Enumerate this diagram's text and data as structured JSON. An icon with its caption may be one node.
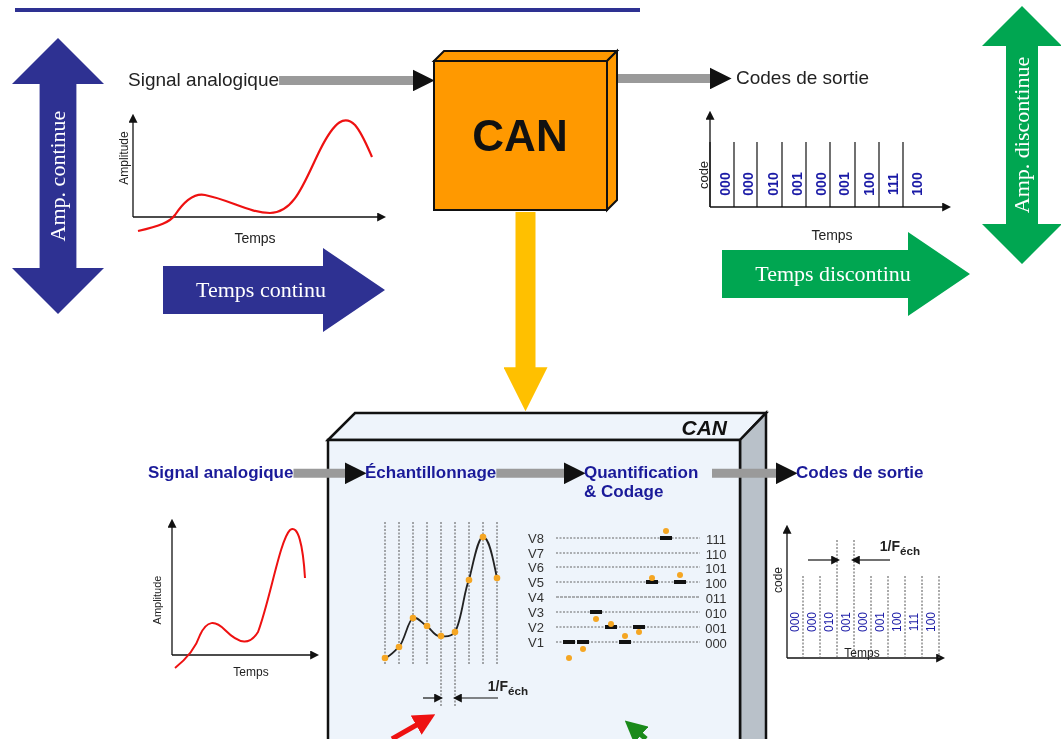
{
  "diagram": {
    "nodes": [
      {
        "text": [
          "Amp. continue"
        ]
      },
      {
        "text": [
          "Signal analogique"
        ]
      },
      {
        "text": [
          "CAN"
        ]
      },
      {
        "text": [
          "Codes de sortie"
        ]
      },
      {
        "text": [
          "Amp. discontinue"
        ]
      },
      {
        "text": [
          "Temps continu"
        ]
      },
      {
        "text": [
          "Temps discontinu"
        ]
      },
      {
        "text": [
          "CAN"
        ]
      },
      {
        "text": [
          "Signal analogique"
        ]
      },
      {
        "text": [
          "Échantillonnage"
        ],
        "in": 7
      },
      {
        "text": [
          "Quantification & Codage"
        ],
        "in": 7
      },
      {
        "text": [
          "Codes de sortie"
        ]
      }
    ],
    "edges": [
      {
        "from": 1,
        "to": 2,
        "arrow": "to"
      },
      {
        "from": 2,
        "to": 3,
        "arrow": "to"
      },
      {
        "from": 2,
        "to": 7,
        "arrow": "to",
        "style": "thick",
        "color": "#ffc000"
      },
      {
        "from": 8,
        "to": 9,
        "arrow": "to"
      },
      {
        "from": 9,
        "to": 10,
        "arrow": "to"
      },
      {
        "from": 10,
        "to": 11,
        "arrow": "to"
      }
    ],
    "labels": [
      "Amplitude",
      "Temps",
      "code",
      "000",
      "000",
      "010",
      "001",
      "000",
      "001",
      "100",
      "111",
      "100",
      "Temps",
      "Amplitude",
      "Temps",
      "1/F$_{éch}$",
      "V8",
      "111",
      "V7",
      "110",
      "V6",
      "101",
      "V5",
      "100",
      "V4",
      "011",
      "V3",
      "010",
      "V2",
      "001",
      "V1",
      "000",
      "1/F$_{éch}$",
      "code",
      "000",
      "000",
      "010",
      "001",
      "000",
      "001",
      "100",
      "111",
      "100",
      "Temps"
    ]
  }
}
